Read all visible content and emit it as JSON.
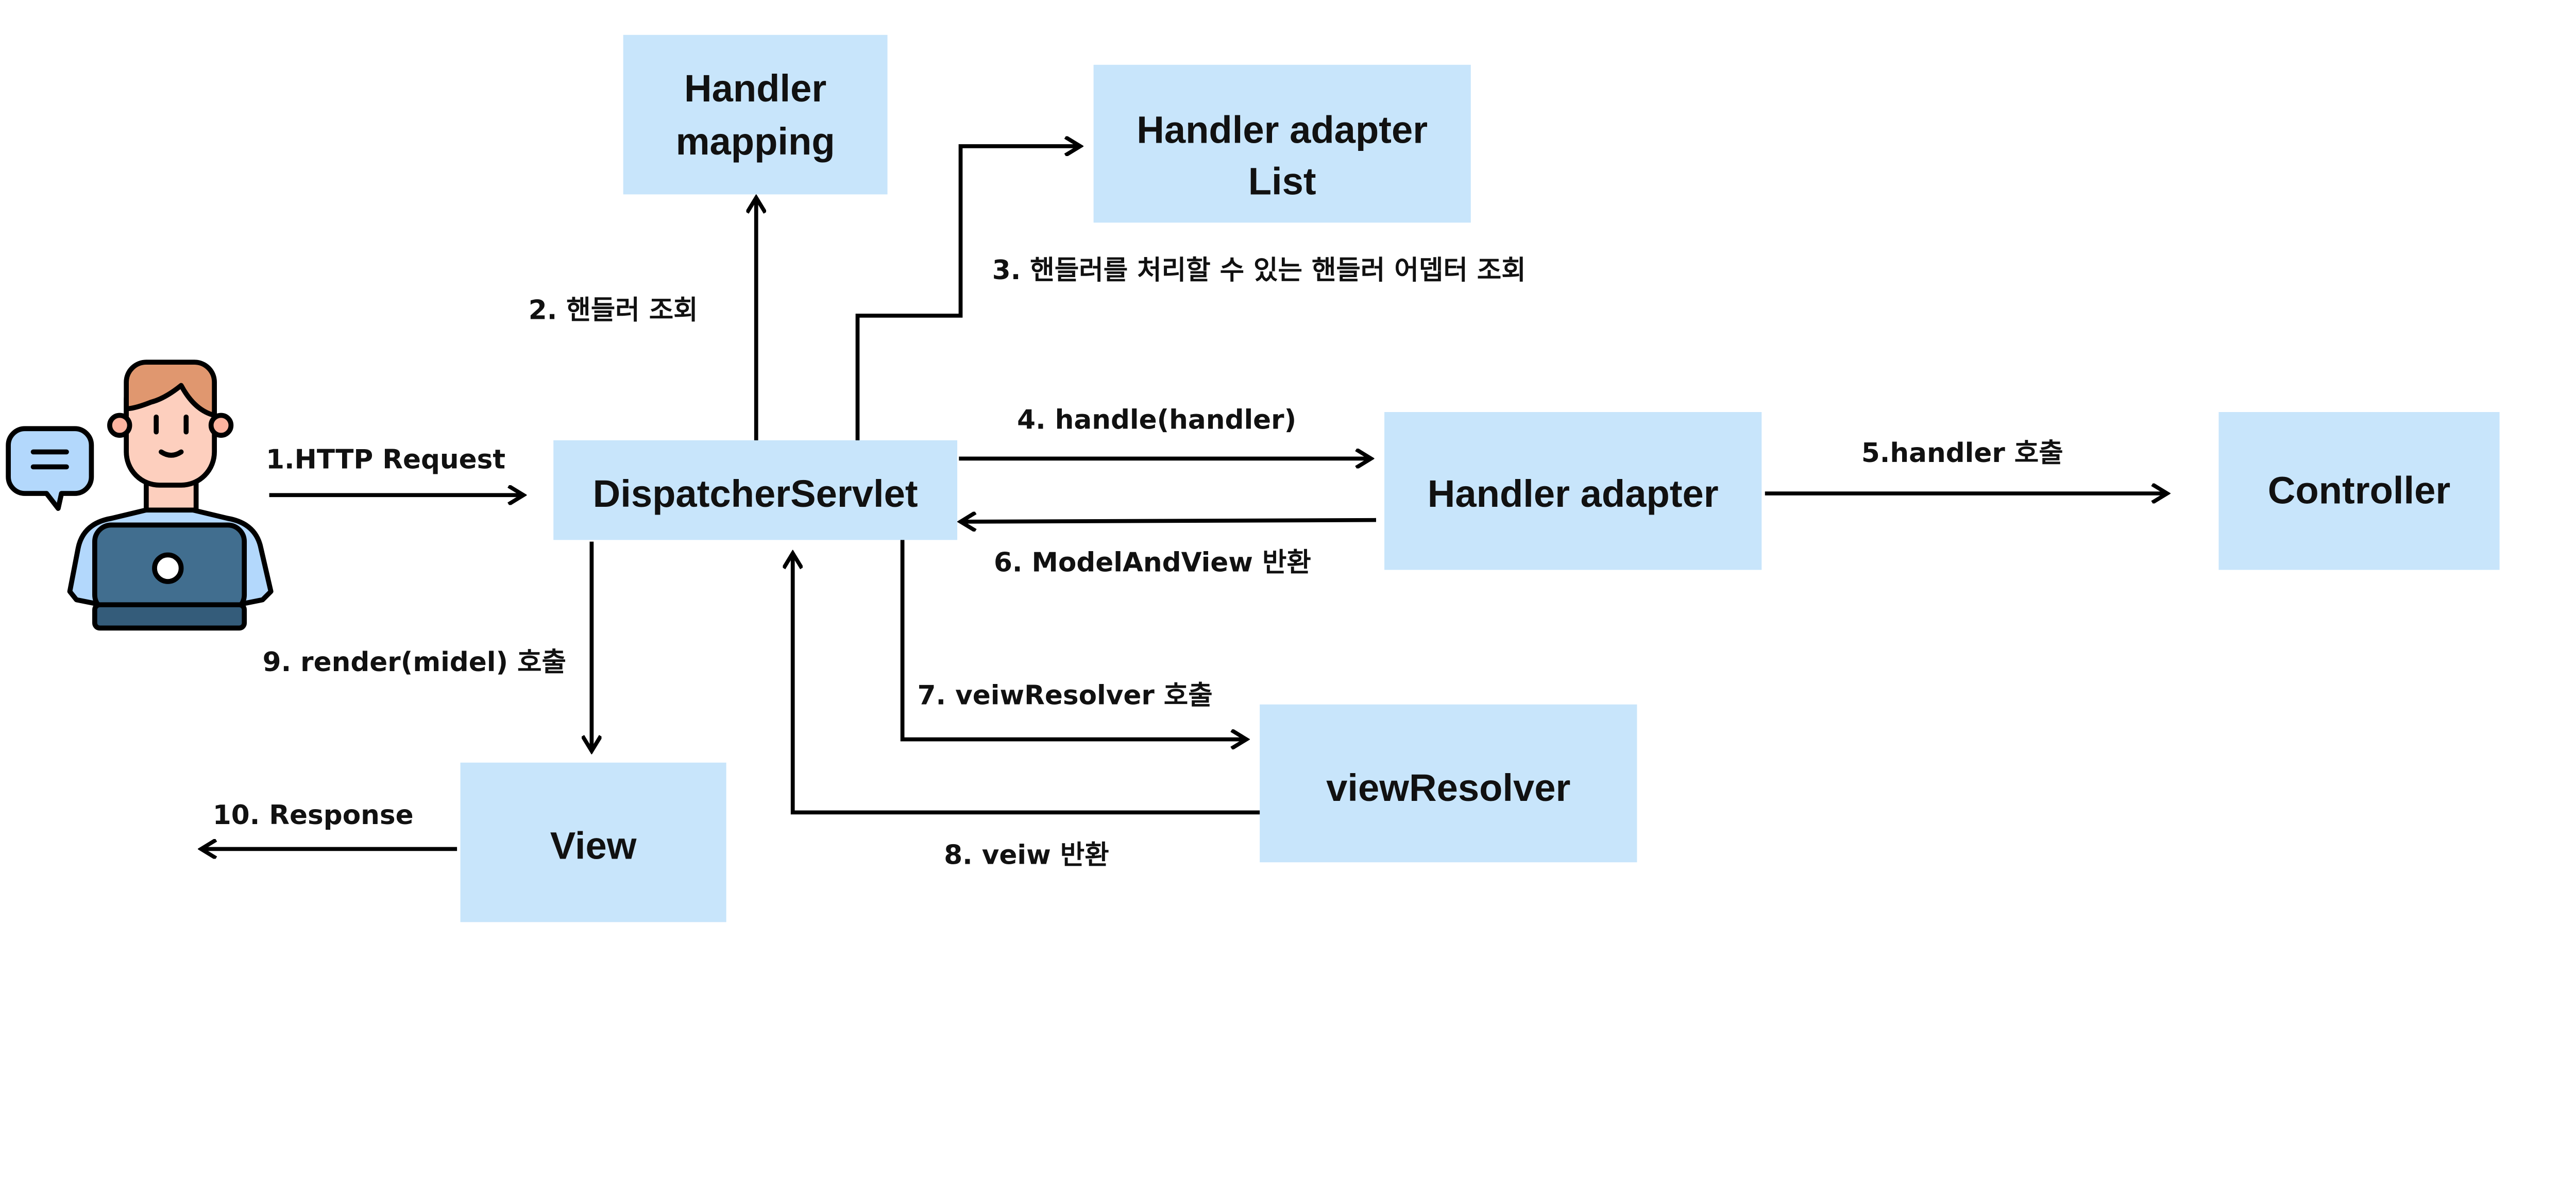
{
  "boxes": {
    "handler_mapping": [
      "Handler",
      "mapping"
    ],
    "handler_adapter_list": [
      "Handler adapter",
      "List"
    ],
    "dispatcher_servlet": "DispatcherServlet",
    "handler_adapter": "Handler adapter",
    "controller": "Controller",
    "view_resolver": "viewResolver",
    "view": "View"
  },
  "steps": {
    "s1": "1.HTTP Request",
    "s2": "2. 핸들러 조회",
    "s3": "3. 핸들러를 처리할 수 있는 핸들러 어뎁터 조회",
    "s4": "4. handle(handler)",
    "s5": "5.handler 호출",
    "s6": "6. ModelAndView 반환",
    "s7": "7. veiwResolver 호출",
    "s8": "8. veiw 반환",
    "s9": "9. render(midel) 호출",
    "s10": "10. Response"
  },
  "colors": {
    "box": "#c8e5fb",
    "arrow": "#000000"
  },
  "icons": [
    "user-with-laptop-icon",
    "chat-bubble-icon"
  ]
}
